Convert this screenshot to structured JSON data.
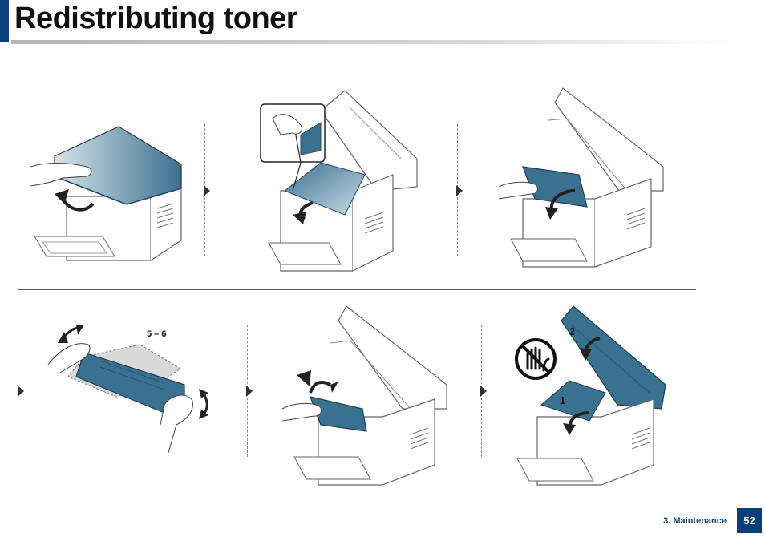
{
  "page": {
    "title": "Redistributing toner",
    "section": "3. Maintenance",
    "page_number": "52"
  },
  "steps": [
    {
      "id": "1",
      "illustration": "scanner-lid-open-icon"
    },
    {
      "id": "2",
      "illustration": "inner-cover-open-icon"
    },
    {
      "id": "3",
      "illustration": "remove-toner-cartridge-icon"
    },
    {
      "id": "4",
      "illustration": "shake-toner-cartridge-icon",
      "label": "5 – 6"
    },
    {
      "id": "5",
      "illustration": "insert-toner-cartridge-icon"
    },
    {
      "id": "6",
      "illustration": "close-covers-icon",
      "labels": [
        "1",
        "2"
      ]
    }
  ],
  "colors": {
    "brand": "#0b3f7a",
    "illustration_accent": "#3b7190",
    "outline": "#555555"
  }
}
